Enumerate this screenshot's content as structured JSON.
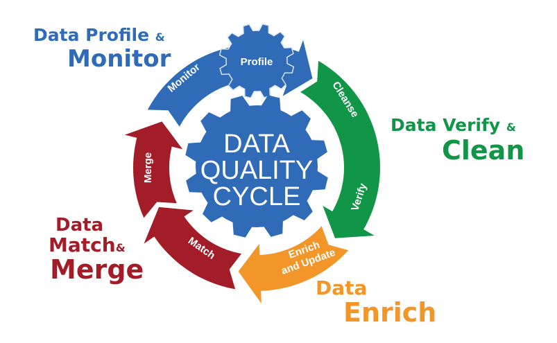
{
  "center_gear": {
    "lines": [
      "DATA",
      "QUALITY",
      "CYCLE"
    ]
  },
  "profile_gear": {
    "label": "Profile"
  },
  "steps": {
    "monitor": "Monitor",
    "cleanse": "Cleanse",
    "verify": "Verify",
    "enrich_line1": "Enrich",
    "enrich_line2": "and Update",
    "match": "Match",
    "merge": "Merge"
  },
  "phases": {
    "profile": {
      "line1": "Data Profile",
      "amp": "&",
      "line2": "Monitor"
    },
    "verify": {
      "line1": "Data Verify",
      "amp": "&",
      "line2": "Clean"
    },
    "match": {
      "line1": "Data",
      "line2": "Match",
      "amp": "&",
      "line3": "Merge"
    },
    "enrich": {
      "line1": "Data",
      "line2": "Enrich"
    }
  },
  "colors": {
    "blue": "#2f6bb7",
    "green": "#119647",
    "orange": "#f2962a",
    "red": "#a21d27"
  }
}
